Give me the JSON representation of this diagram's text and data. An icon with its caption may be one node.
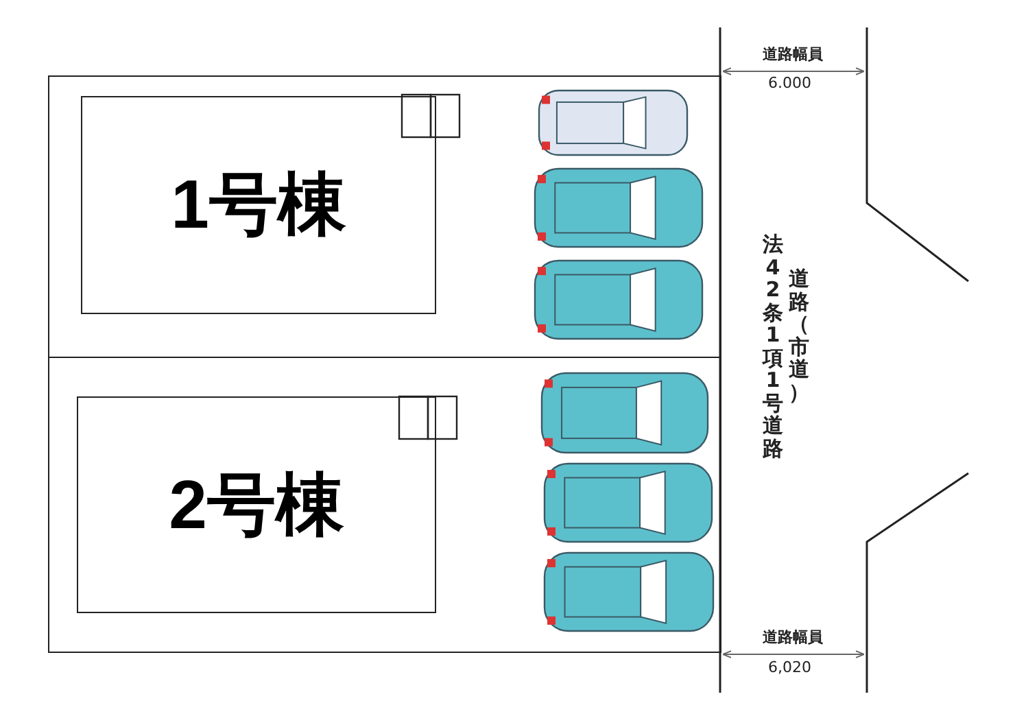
{
  "diagram": {
    "nodes": [
      {
        "text": [],
        "shape": "box"
      },
      {
        "text": [
          "1号棟"
        ],
        "in": 0
      },
      {
        "text": [],
        "shape": "box"
      },
      {
        "text": [
          "2号棟"
        ],
        "in": 2
      }
    ],
    "labels": [
      "道路幅員",
      "6.000",
      "道路（市道）",
      "法42条1項1号道路",
      "道路幅員",
      "6,020"
    ]
  }
}
